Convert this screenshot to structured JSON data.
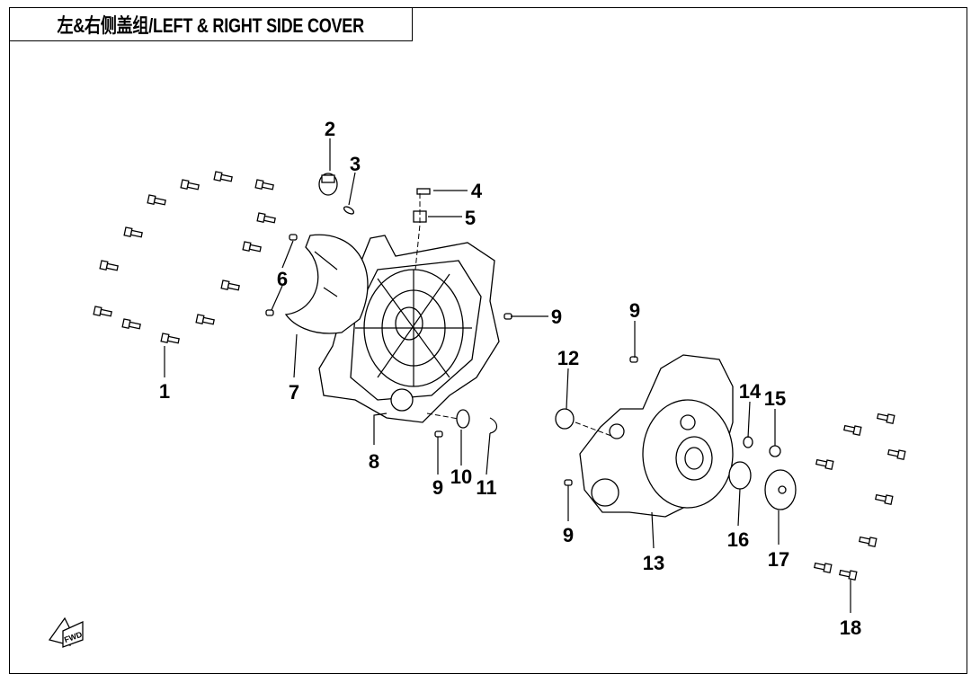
{
  "title": "左&右侧盖组/LEFT & RIGHT SIDE COVER",
  "fwd_icon_text": "FWD",
  "callouts": [
    "1",
    "2",
    "3",
    "4",
    "5",
    "6",
    "7",
    "8",
    "9",
    "9",
    "9",
    "10",
    "11",
    "12",
    "13",
    "14",
    "15",
    "16",
    "17",
    "18",
    "9"
  ]
}
